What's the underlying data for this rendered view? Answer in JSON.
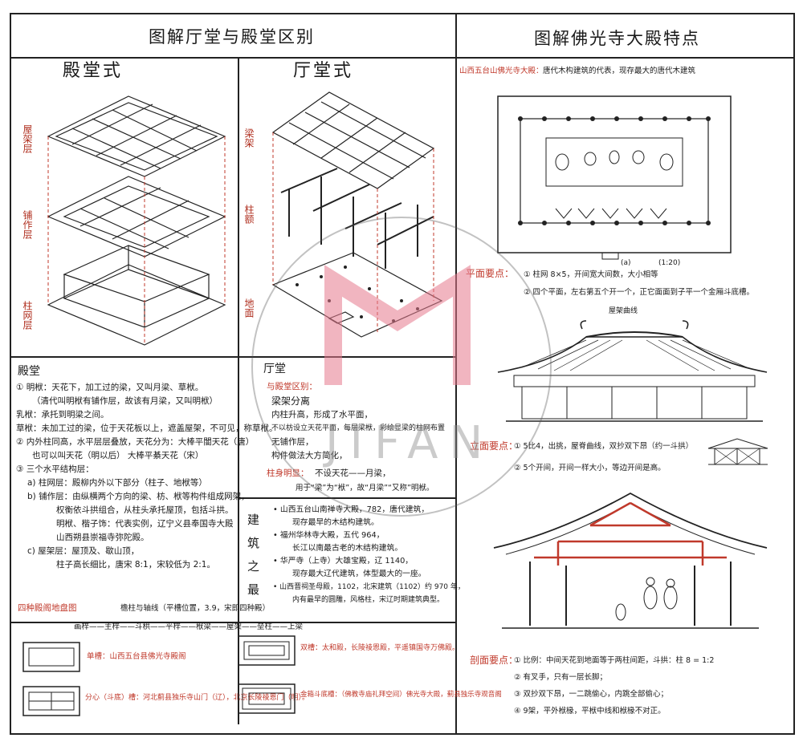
{
  "left_title": "图解厅堂与殿堂区别",
  "right_title": "图解佛光寺大殿特点",
  "diagram_labels": {
    "diantang": "殿堂式",
    "tingtang": "厅堂式",
    "roof_layer": "屋架层",
    "puzuo_layer": "铺作层",
    "column_layer": "柱网层",
    "liang": "梁架",
    "zhu": "柱额",
    "base": "地面"
  },
  "left_notes": {
    "heading": "殿堂",
    "lines": [
      "① 明栿：天花下，加工过的梁，又叫月梁、草栿。",
      "（清代叫明栿有铺作层，故该有月梁，又叫明栿）",
      "乳栿：承托到明梁之间。",
      "草栿：未加工过的梁，位于天花板以上，遮盖屋架，不可见，称草栿。",
      "② 内外柱同高，水平层层叠放，天花分为：大棒平闇天花（唐）",
      "也可以叫天花（明以后）                    大棒平綦天花（宋）",
      "③ 三个水平结构层：",
      "a) 柱网层：殿柳内外以下部分（柱子、地栿等）",
      "b) 铺作层：由纵横两个方向的梁、枋、栿等构件组成网架，",
      "权衡依斗拱组合，从柱头承托屋顶，包括斗拱。",
      "明栿、楷子饰：代表实例，辽宁义县奉国寺大殿",
      "山西朔县崇福寺弥陀殿。",
      "c) 屋架层：屋顶及、歇山顶，",
      "柱子高长细比，唐宋 8:1，宋较低为 2:1。"
    ]
  },
  "middle_notes": {
    "heading": "厅堂",
    "red_sub": "与殿堂区别：",
    "lines": [
      "梁架分离",
      "内柱升高，形成了水平面，",
      "不以枋设立天花平面，每层梁栿，彩绘显梁的柱网布置",
      "无铺作层，",
      "构件做法大方简化，"
    ],
    "red_sub2": "柱身明显：",
    "lines2": [
      "不设天花——月梁，",
      "用于“梁”为“栿”，故“月梁”“又称”明栿。"
    ]
  },
  "examples": {
    "side": "建筑之最",
    "lines": [
      "• 山西五台山南禅寺大殿，782，唐代建筑，",
      "现存最早的木结构建筑。",
      "• 福州华林寺大殿，五代 964，",
      "长江以南最古老的木结构建筑。",
      "• 华严寺（上寺）大雄宝殿，辽 1140，",
      "现存最大辽代建筑，体型最大的一座。",
      "• 山西晋祠圣母殿，1102，北宋建筑（1102）约 970 年，",
      "内有最早的圆雕，风格柱，宋辽时期建筑典型。"
    ]
  },
  "bottom_left": {
    "heading": "四种殿阁地盘图",
    "sub": "檐柱与轴线（平槽位置，3.9，宋即四种殿）",
    "chain": "画梓——主梓——斗栱——平梓——栿梁——屋架——垒柱——上梁",
    "item1": "单槽：山西五台县佛光寺殿阁",
    "item2": "双槽：太和殿，长陵祾恩殿，平遥镇国寺万佛殿。",
    "item3": "分心（斗底）槽：河北蓟县独乐寺山门（辽），北京长陵祾恩门（明）。",
    "item4": "金箱斗底槽：（佛教寺庙礼拜空间）佛光寺大殿，蓟县独乐寺观音阁"
  },
  "right_notes": {
    "intro_red": "山西五台山佛光寺大殿：",
    "intro": "唐代木构建筑的代表，现存最大的唐代木建筑",
    "plan_caption_a": "(a)",
    "plan_caption_b": "(1:20)",
    "plan_red": "平面要点：",
    "plan_lines": [
      "① 柱网 8×5，开间宽大间数，大小相等",
      "② 四个平面，左右第五个开一个，正它面面到子平一个金厢斗底槽。"
    ],
    "elev_red": "立面要点：",
    "elev_lines": [
      "① 5比4，出挑，屋脊曲线，双抄双下昂（约一斗拱）",
      "② 5个开间，开间一样大小，等边开间是高。"
    ],
    "section_red": "剖面要点：",
    "section_lines": [
      "① 比例：中间天花到地面等于两柱间距，斗拱：柱 8 = 1:2",
      "② 有叉手，只有一层长脚；",
      "③ 双抄双下昂，一二跳偷心，内跳全部偷心；",
      "④ 9架，平外栿椽，平栿中线和栿椽不对正。"
    ],
    "elev_dim": "屋架曲线"
  },
  "watermark": "JIFAN"
}
